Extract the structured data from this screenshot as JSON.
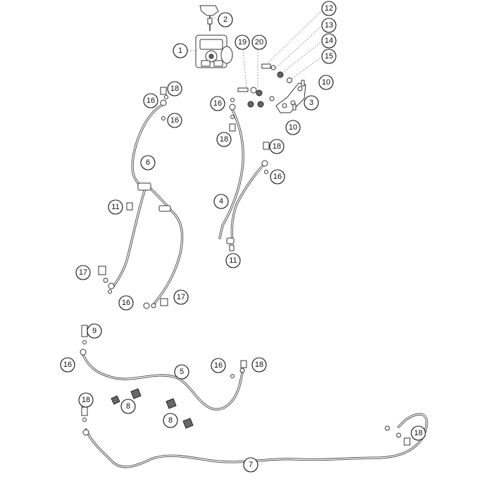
{
  "callouts": [
    {
      "id": "c1",
      "label": "1"
    },
    {
      "id": "c2",
      "label": "2"
    },
    {
      "id": "c3",
      "label": "3"
    },
    {
      "id": "c4",
      "label": "4"
    },
    {
      "id": "c5",
      "label": "5"
    },
    {
      "id": "c6",
      "label": "6"
    },
    {
      "id": "c7",
      "label": "7"
    },
    {
      "id": "c8a",
      "label": "8"
    },
    {
      "id": "c8b",
      "label": "8"
    },
    {
      "id": "c9",
      "label": "9"
    },
    {
      "id": "c10a",
      "label": "10"
    },
    {
      "id": "c10b",
      "label": "10"
    },
    {
      "id": "c11a",
      "label": "11"
    },
    {
      "id": "c11b",
      "label": "11"
    },
    {
      "id": "c12",
      "label": "12"
    },
    {
      "id": "c13",
      "label": "13"
    },
    {
      "id": "c14",
      "label": "14"
    },
    {
      "id": "c15",
      "label": "15"
    },
    {
      "id": "c16a",
      "label": "16"
    },
    {
      "id": "c16b",
      "label": "16"
    },
    {
      "id": "c16c",
      "label": "16"
    },
    {
      "id": "c16d",
      "label": "16"
    },
    {
      "id": "c16e",
      "label": "16"
    },
    {
      "id": "c16f",
      "label": "16"
    },
    {
      "id": "c16g",
      "label": "16"
    },
    {
      "id": "c17a",
      "label": "17"
    },
    {
      "id": "c17b",
      "label": "17"
    },
    {
      "id": "c18a",
      "label": "18"
    },
    {
      "id": "c18b",
      "label": "18"
    },
    {
      "id": "c18c",
      "label": "18"
    },
    {
      "id": "c18d",
      "label": "18"
    },
    {
      "id": "c18e",
      "label": "18"
    },
    {
      "id": "c18f",
      "label": "18"
    },
    {
      "id": "c19",
      "label": "19"
    },
    {
      "id": "c20",
      "label": "20"
    }
  ]
}
